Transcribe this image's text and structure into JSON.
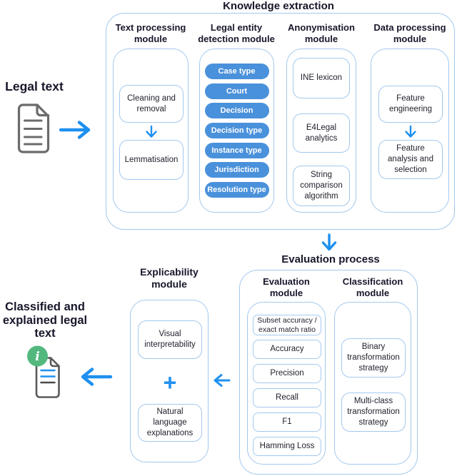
{
  "colors": {
    "accent_blue": "#1e90f0",
    "pill_blue": "#4a91db",
    "border_light": "#a3c8ee",
    "text_dark": "#17172b",
    "badge_green": "#52b87e",
    "icon_gray": "#6b6b6b"
  },
  "input": {
    "label": "Legal text"
  },
  "knowledge": {
    "title": "Knowledge extraction",
    "modules": {
      "text_processing": {
        "title": "Text processing module",
        "boxes": [
          "Cleaning and removal",
          "Lemmatisation"
        ]
      },
      "legal_entity": {
        "title": "Legal entity detection module",
        "pills": [
          "Case type",
          "Court",
          "Decision",
          "Decision type",
          "Instance type",
          "Jurisdiction",
          "Resolution type"
        ]
      },
      "anonymisation": {
        "title": "Anonymisation module",
        "boxes": [
          "INE lexicon",
          "E4Legal analytics",
          "String comparison algorithm"
        ]
      },
      "data_processing": {
        "title": "Data processing module",
        "boxes": [
          "Feature engineering",
          "Feature analysis and selection"
        ]
      }
    }
  },
  "evaluation": {
    "title": "Evaluation process",
    "evaluation_module": {
      "title": "Evaluation module",
      "metrics": [
        "Subset accuracy / exact match ratio",
        "Accuracy",
        "Precision",
        "Recall",
        "F1",
        "Hamming Loss"
      ]
    },
    "classification_module": {
      "title": "Classification module",
      "boxes": [
        "Binary transformation strategy",
        "Multi-class transformation strategy"
      ]
    }
  },
  "explicability": {
    "title": "Explicability module",
    "boxes": [
      "Visual interpretability",
      "Natural language explanations"
    ],
    "plus_label": "+"
  },
  "output": {
    "label": "Classified and explained legal text",
    "badge_label": "i"
  }
}
